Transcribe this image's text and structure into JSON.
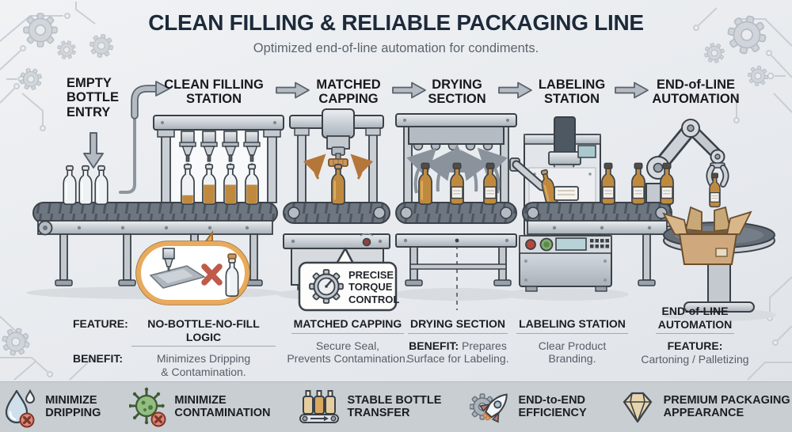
{
  "header": {
    "title": "CLEAN FILLING & RELIABLE PACKAGING LINE",
    "subtitle": "Optimized end-of-line automation for condiments."
  },
  "stages": [
    {
      "label": "EMPTY BOTTLE ENTRY"
    },
    {
      "label": "CLEAN FILLING STATION"
    },
    {
      "label": "MATCHED CAPPING"
    },
    {
      "label": "DRYING SECTION"
    },
    {
      "label": "LABELING STATION"
    },
    {
      "label": "END-of-LINE AUTOMATION"
    }
  ],
  "badges": {
    "torque": "PRECISE TORQUE CONTROL"
  },
  "features": [
    {
      "feature_label": "FEATURE:",
      "heading": "NO-BOTTLE-NO-FILL LOGIC",
      "benefit_label": "BENEFIT:",
      "benefit": "Minimizes Dripping\n& Contamination."
    },
    {
      "heading": "MATCHED CAPPING",
      "benefit": "Secure Seal,\nPrevents Contamination."
    },
    {
      "heading": "DRYING SECTION",
      "benefit_label": "BENEFIT:",
      "benefit": "Prepares\nSurface for Labeling."
    },
    {
      "heading": "LABELING STATION",
      "benefit": "Clear Product\nBranding."
    },
    {
      "heading": "END-of-LINE\nAUTOMATION",
      "feature_label": "FEATURE:",
      "benefit": "Cartoning / Palletizing"
    }
  ],
  "benefits_bar": [
    {
      "icon": "droplet-x-icon",
      "label": "MINIMIZE\nDRIPPING"
    },
    {
      "icon": "virus-x-icon",
      "label": "MINIMIZE\nCONTAMINATION"
    },
    {
      "icon": "bottle-transfer-icon",
      "label": "STABLE BOTTLE\nTRANSFER"
    },
    {
      "icon": "rocket-gear-icon",
      "label": "END-to-END\nEFFICIENCY"
    },
    {
      "icon": "diamond-icon",
      "label": "PREMIUM PACKAGING\nAPPEARANCE"
    }
  ],
  "colors": {
    "title_navy": "#1d2a3a",
    "amber": "#b5792e",
    "red_x": "#bf5b49",
    "belt": "#6e7781",
    "silver": "#c9cfd5",
    "callout_orange": "#e8aa5c",
    "strip_bg": "#c9ced3",
    "arrow_gray": "#b4bbc3"
  }
}
